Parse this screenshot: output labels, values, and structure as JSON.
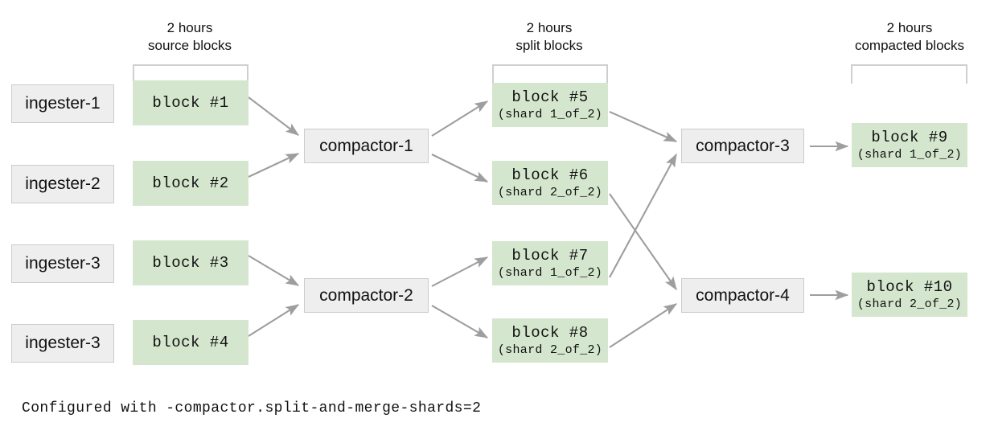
{
  "diagram": {
    "title_hidden": "",
    "caption": "Configured with -compactor.split-and-merge-shards=2",
    "colors": {
      "block_fill": "#d4e6cd",
      "service_fill": "#eeeeee",
      "service_border": "#cccccc",
      "arrow": "#9e9e9e",
      "bracket": "#cfcfcf",
      "text": "#111111"
    },
    "group_labels": [
      {
        "line1": "2 hours",
        "line2": "source blocks"
      },
      {
        "line1": "2 hours",
        "line2": "split blocks"
      },
      {
        "line1": "2 hours",
        "line2": "compacted blocks"
      }
    ],
    "ingesters": [
      {
        "label": "ingester-1"
      },
      {
        "label": "ingester-2"
      },
      {
        "label": "ingester-3"
      },
      {
        "label": "ingester-3"
      }
    ],
    "source_blocks": [
      {
        "title": "block #1",
        "sub": ""
      },
      {
        "title": "block #2",
        "sub": ""
      },
      {
        "title": "block #3",
        "sub": ""
      },
      {
        "title": "block #4",
        "sub": ""
      }
    ],
    "first_level_compactors": [
      {
        "label": "compactor-1"
      },
      {
        "label": "compactor-2"
      }
    ],
    "split_blocks": [
      {
        "title": "block #5",
        "sub": "(shard 1_of_2)"
      },
      {
        "title": "block #6",
        "sub": "(shard 2_of_2)"
      },
      {
        "title": "block #7",
        "sub": "(shard 1_of_2)"
      },
      {
        "title": "block #8",
        "sub": "(shard 2_of_2)"
      }
    ],
    "second_level_compactors": [
      {
        "label": "compactor-3"
      },
      {
        "label": "compactor-4"
      }
    ],
    "compacted_blocks": [
      {
        "title": "block #9",
        "sub": "(shard 1_of_2)"
      },
      {
        "title": "block #10",
        "sub": "(shard 2_of_2)"
      }
    ]
  }
}
